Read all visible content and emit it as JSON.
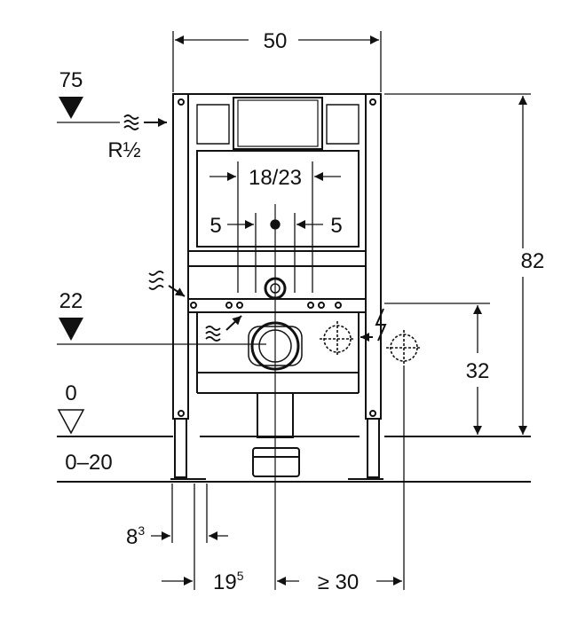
{
  "dimensions": {
    "width": "50",
    "height": "82",
    "inlet_height": "75",
    "inlet_thread": "R½",
    "flush_height": "22",
    "floor_level": "0",
    "floor_range": "0–20",
    "outlet_height": "32",
    "button_spacing": "18/23",
    "fix_left": "5",
    "fix_right": "5",
    "foot_offset_base": "8",
    "foot_offset_sup": "3",
    "axis_offset_base": "19",
    "axis_offset_sup": "5",
    "min_distance": "≥ 30"
  },
  "colors": {
    "line": "#111111",
    "background": "#ffffff"
  }
}
